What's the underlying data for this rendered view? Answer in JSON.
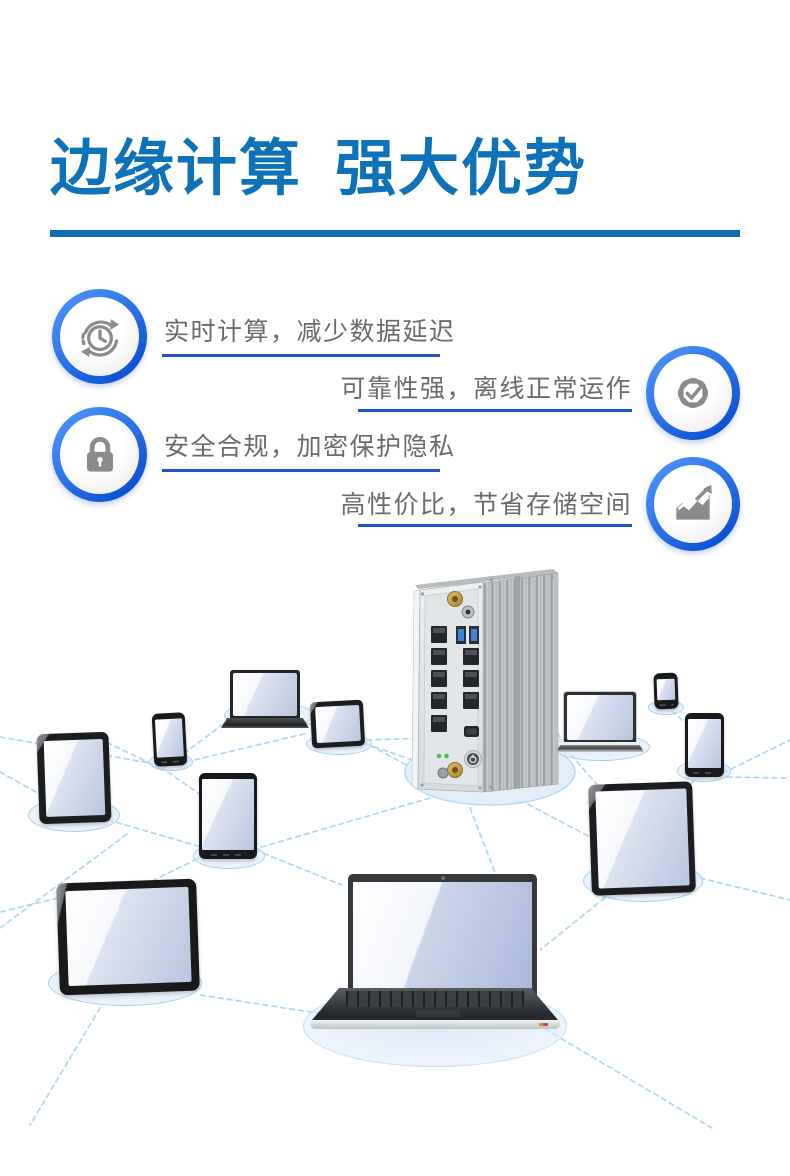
{
  "header": {
    "title": "边缘计算 强大优势"
  },
  "features": [
    {
      "label": "实时计算，减少数据延迟",
      "icon": "clock-sync-icon"
    },
    {
      "label": "可靠性强，离线正常运作",
      "icon": "badge-check-icon"
    },
    {
      "label": "安全合规，加密保护隐私",
      "icon": "lock-icon"
    },
    {
      "label": "高性价比，节省存储空间",
      "icon": "chart-growth-icon"
    }
  ],
  "colors": {
    "title_blue": "#0e72b9",
    "divider_blue": "#0e6cb2",
    "underline_blue": "#1f55cb",
    "feature_text_gray": "#6b6b6b",
    "icon_gray": "#8b8b8b",
    "ring_blue_start": "#3f86f2",
    "ring_blue_end": "#0a4ed2",
    "dashed_line_blue": "#a5d5ee",
    "shadow_fill": "#dde9f7"
  },
  "illustration": {
    "center_device": "edge-computer",
    "devices": [
      "laptop",
      "phone",
      "tablet",
      "phone",
      "tablet",
      "laptop",
      "phone",
      "phone",
      "tablet",
      "monitor",
      "laptop"
    ]
  }
}
